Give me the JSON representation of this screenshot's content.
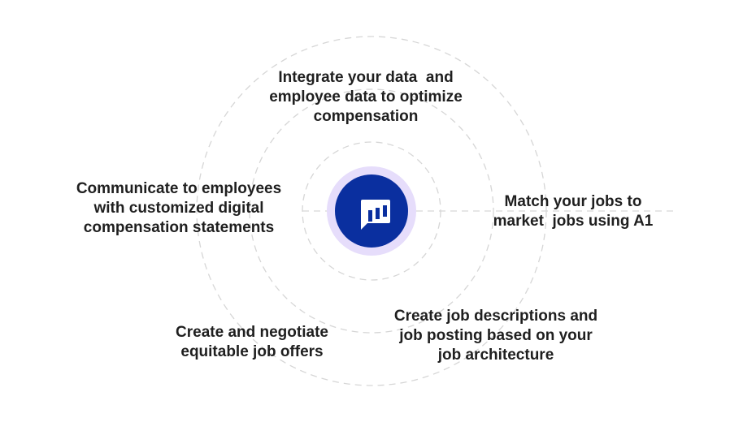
{
  "colors": {
    "accent": "#0a2f9f",
    "halo": "#e6ddfb",
    "ring": "#d6d6d6",
    "text": "#1f1f1f"
  },
  "center_icon": "chat-bar-chart-icon",
  "labels": {
    "top": "Integrate your data  and\nemployee data to optimize\ncompensation",
    "right": "Match your jobs to\nmarket  jobs using A1",
    "left": "Communicate to employees\nwith customized digital\ncompensation statements",
    "bottom_right": "Create job descriptions and\njob posting based on your\njob architecture",
    "bottom_left": "Create and negotiate\nequitable job offers"
  }
}
